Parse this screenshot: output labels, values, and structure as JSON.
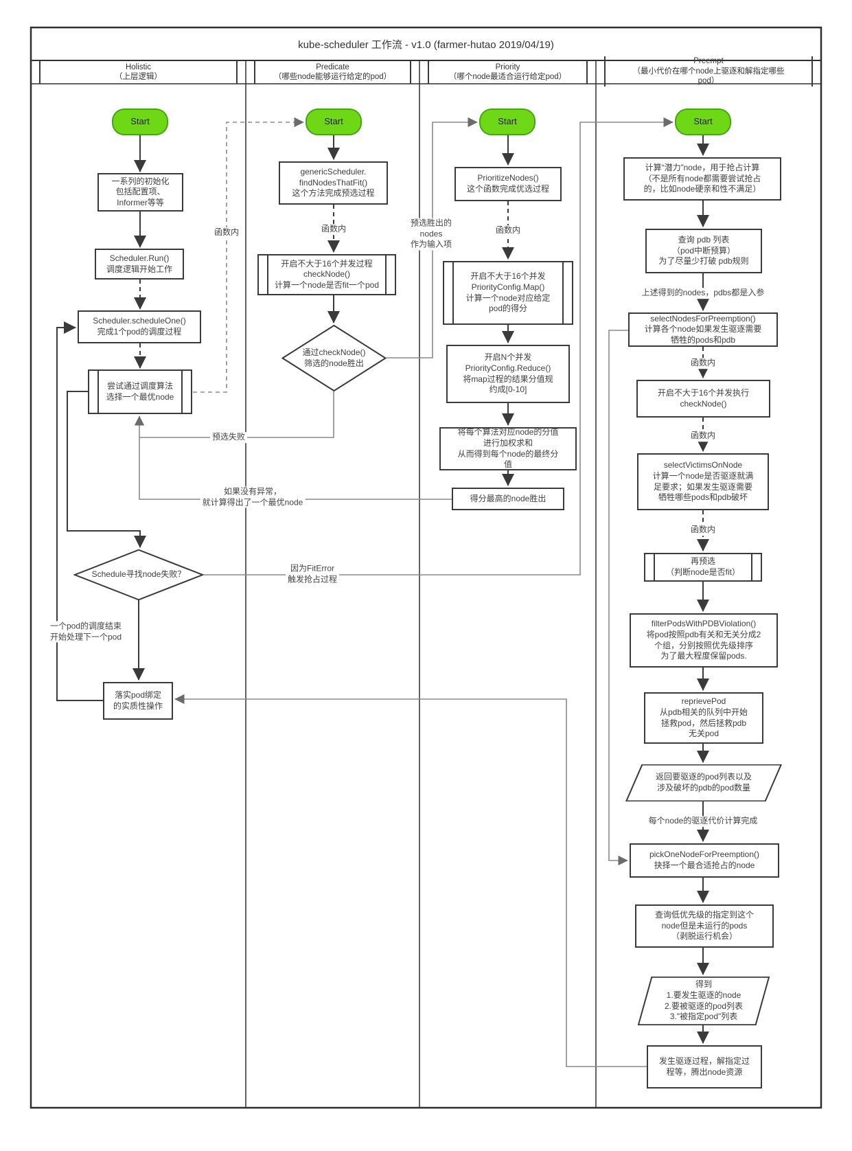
{
  "title": "kube-scheduler 工作流 - v1.0 (farmer-hutao 2019/04/19)",
  "colors": {
    "start_fill": "#6fd816",
    "start_border": "#46a312",
    "box_border": "#3a3a3a",
    "edge_dark": "#3a3a3a",
    "edge_gray": "#8a8a8a",
    "text": "#404040"
  },
  "lanes": [
    {
      "name": "Holistic",
      "subtitle": "（上层逻辑）"
    },
    {
      "name": "Predicate",
      "subtitle": "（哪些node能够运行给定的pod）"
    },
    {
      "name": "Priority",
      "subtitle": "（哪个node最适合运行给定pod）"
    },
    {
      "name": "Preempt",
      "subtitle": "（最小代价在哪个node上驱逐和解指定哪些\npod）"
    }
  ],
  "nodes": {
    "h_start": "Start",
    "h_init": "一系列的初始化\n包括配置项、\nInformer等等",
    "h_run": "Scheduler.Run()\n调度逻辑开始工作",
    "h_schedule_one": "Scheduler.scheduleOne()\n完成1个pod的调度过程",
    "h_try": "尝试通过调度算法\n选择一个最优node",
    "h_fail_q": "Schedule寻找node失败？",
    "h_bind": "落实pod绑定\n的实质性操作",
    "p_start": "Start",
    "p_find": "genericScheduler.\nfindNodesThatFit()\n这个方法完成预选过程",
    "p_check": "开启不大于16个并发过程\ncheckNode()\n计算一个node是否fit一个pod",
    "p_win": "通过checkNode()\n筛选的node胜出",
    "r_start": "Start",
    "r_prioritize": "PrioritizeNodes()\n这个函数完成优选过程",
    "r_map": "开启不大于16个并发\nPriorityConfig.Map()\n计算一个node对应给定\npod的得分",
    "r_reduce": "开启N个并发\nPriorityConfig.Reduce()\n将map过程的结果分值规\n约成[0-10]",
    "r_sum": "将每个算法对应node的分值\n进行加权求和\n从而得到每个node的最终分\n值",
    "r_top": "得分最高的node胜出",
    "e_start": "Start",
    "e_potential": "计算“潜力”node，用于抢占计算\n（不是所有node都需要尝试抢占\n的，比如node硬亲和性不满足）",
    "e_pdb": "查询 pdb 列表\n（pod中断预算）\n为了尽量少打破 pdb规则",
    "e_select_nodes": "selectNodesForPreemption()\n计算各个node如果发生驱逐需要\n牺牲的pods和pdb",
    "e_check": "开启不大于16个并发执行\ncheckNode()",
    "e_victims": "selectVictimsOnNode\n计算一个node是否驱逐就满\n足要求；如果发生驱逐需要\n牺牲哪些pods和pdb破坏",
    "e_refit": "再预选\n（判断node是否fit）",
    "e_filter": "filterPodsWithPDBViolation()\n将pod按照pdb有关和无关分成2\n个组，分别按照优先级排序\n为了最大程度保留pods.",
    "e_reprieve": "reprievePod\n从pdb相关的队列中开始\n拯救pod，然后拯救pdb\n无关pod",
    "e_return": "返回要驱逐的pod列表以及\n涉及破坏的pdb的pod数量",
    "e_pick": "pickOneNodeForPreemption()\n抉择一个最合适抢占的node",
    "e_lowprio": "查询低优先级的指定到这个\nnode但是未运行的pods\n（剥脱运行机会）",
    "e_result": "得到\n1.要发生驱逐的node\n2.要被驱逐的pod列表\n3.\"被指定pod\"列表",
    "e_evict": "发生驱逐过程，解指定过\n程等，腾出node资源"
  },
  "labels": {
    "fn_inner": "函数内",
    "pre_win": "预选胜出的\nnodes\n作为输入项",
    "pre_fail": "预选失败",
    "no_error": "如果没有异常，\n就计算得出了一个最优node",
    "fit_error": "因为FitError\n触发抢占过程",
    "pod_done": "一个pod的调度结束\n开始处理下一个pod",
    "nodes_pdbs": "上述得到的nodes，pdbs都是入参",
    "cost_done": "每个node的驱逐代价计算完成"
  }
}
